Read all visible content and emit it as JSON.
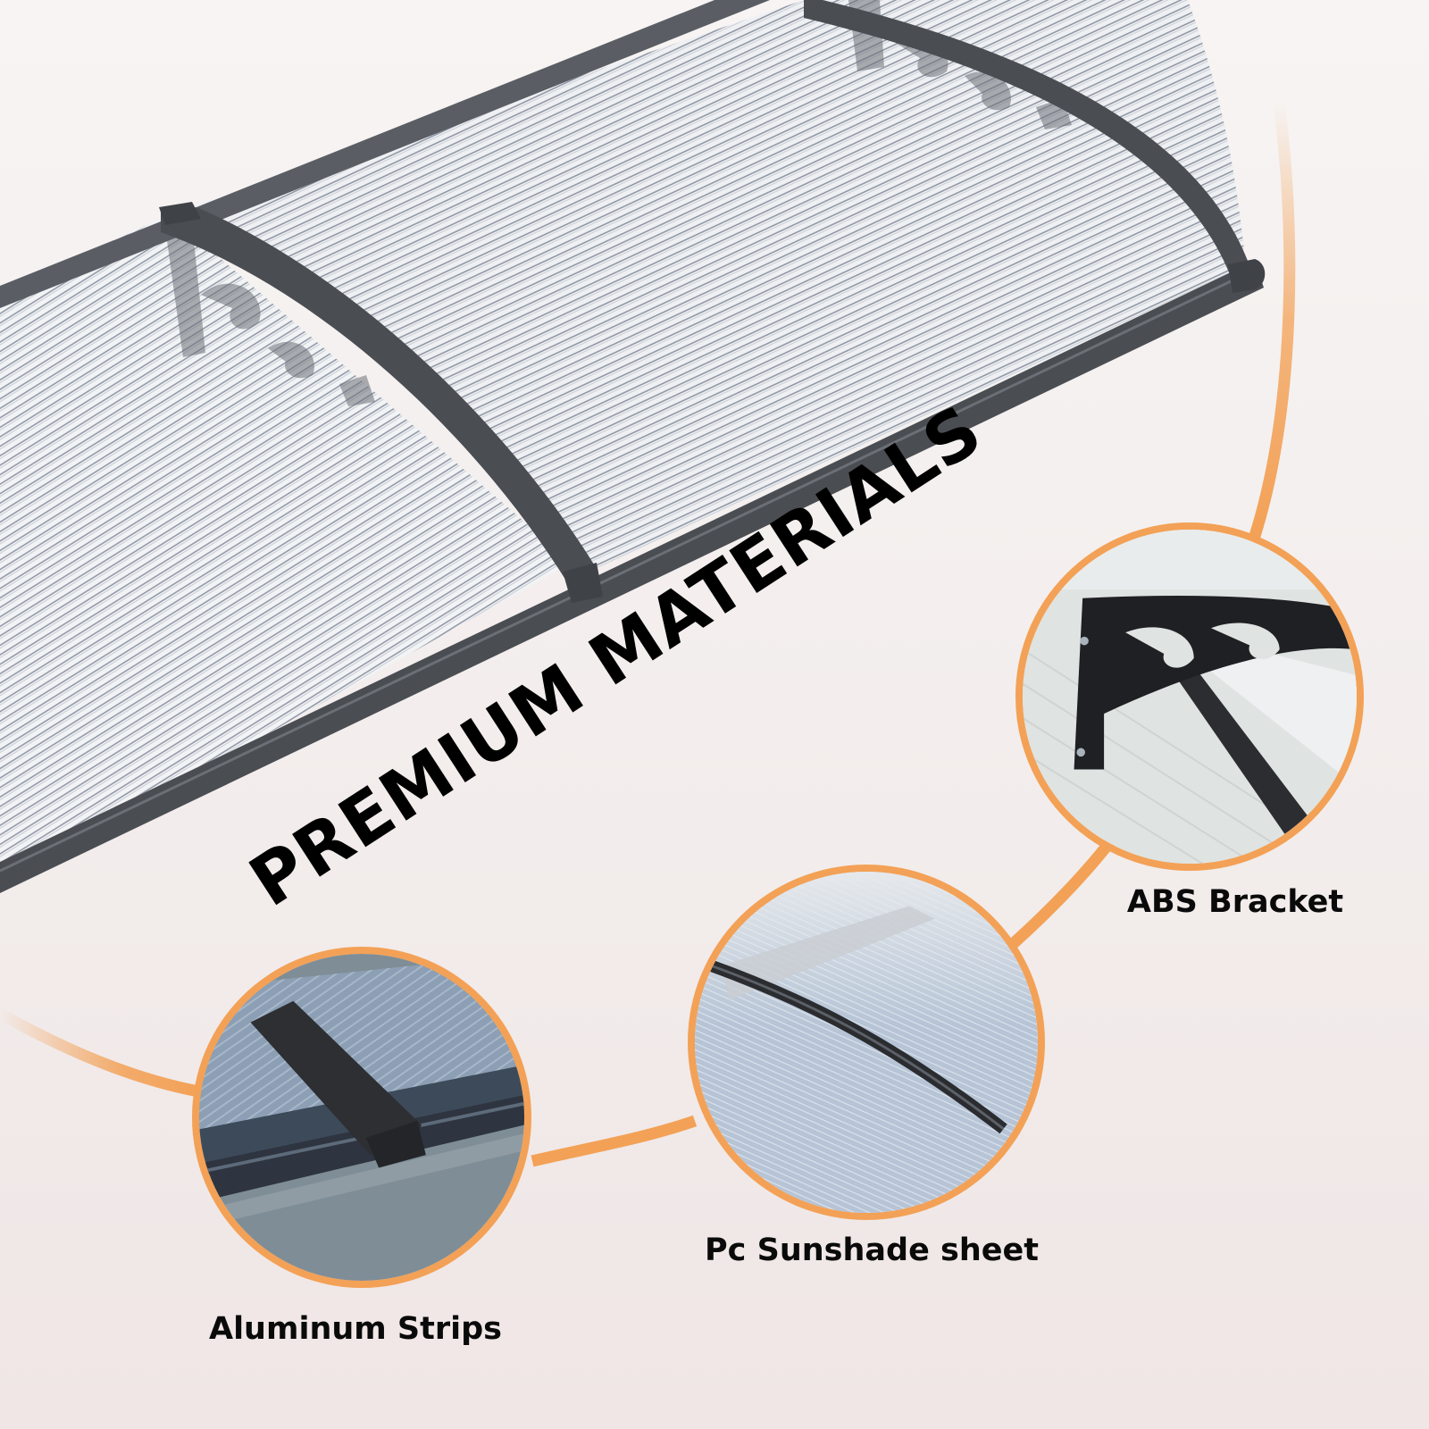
{
  "headline": "PREMIUM MATERIALS",
  "colors": {
    "accent_orange": "#f3a156",
    "frame_grey": "#4a4d52",
    "text": "#0a0a0a",
    "background": "#f3eeed"
  },
  "materials": [
    {
      "label": "ABS Bracket",
      "icon": "bracket-closeup-icon"
    },
    {
      "label": "Pc Sunshade sheet",
      "icon": "polycarbonate-sheet-closeup-icon"
    },
    {
      "label": "Aluminum Strips",
      "icon": "aluminum-strip-closeup-icon"
    }
  ]
}
